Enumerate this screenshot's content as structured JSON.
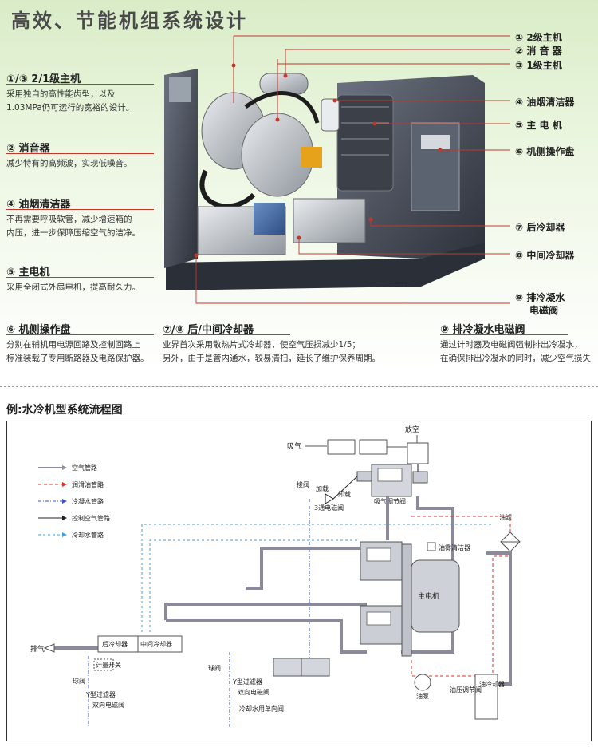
{
  "page_title": "高效、节能机组系统设计",
  "callouts": [
    {
      "label": "① 2级主机"
    },
    {
      "label": "② 消 音 器"
    },
    {
      "label": "③ 1级主机"
    },
    {
      "label": "④ 油烟清洁器"
    },
    {
      "label": "⑤ 主 电 机"
    },
    {
      "label": "⑥ 机侧操作盘"
    },
    {
      "label": "⑦ 后冷却器"
    },
    {
      "label": "⑧ 中间冷却器"
    },
    {
      "label": "⑨ 排冷凝水"
    },
    {
      "label": "电磁阀"
    }
  ],
  "features_left": [
    {
      "title": "①/③ 2/1级主机",
      "lines": [
        "采用独自的高性能齿型，以及",
        "1.03MPa仍可运行的宽裕的设计。"
      ]
    },
    {
      "title": "② 消音器",
      "lines": [
        "减少特有的高频波，实现低噪音。"
      ]
    },
    {
      "title": "④ 油烟清洁器",
      "lines": [
        "不再需要呼吸软管，减少增速箱的",
        "内压，进一步保障压缩空气的洁净。"
      ]
    },
    {
      "title": "⑤ 主电机",
      "lines": [
        "采用全闭式外扇电机，提高耐久力。"
      ]
    }
  ],
  "features_bottom": [
    {
      "title": "⑥ 机侧操作盘",
      "lines": [
        "分别在辅机用电源回路及控制回路上",
        "标准装载了专用断路器及电路保护器。"
      ]
    },
    {
      "title": "⑦/⑧ 后/中间冷却器",
      "lines": [
        "业界首次采用散热片式冷却器，使空气压损减少1/5；",
        "另外，由于是管内通水，较易清扫，延长了维护保养周期。"
      ]
    },
    {
      "title": "⑨ 排冷凝水电磁阀",
      "lines": [
        "通过计时器及电磁阀强制排出冷凝水，",
        "在确保排出冷凝水的同时，减少空气损失"
      ]
    }
  ],
  "diagram": {
    "title": "例:水冷机型系统流程图",
    "legend": [
      {
        "label": "空气管路",
        "color": "#8a8a9a"
      },
      {
        "label": "润滑油管路",
        "color": "#d9342b"
      },
      {
        "label": "冷凝水管路",
        "color": "#3a56c8"
      },
      {
        "label": "控制空气管路",
        "color": "#222222"
      },
      {
        "label": "冷却水管路",
        "color": "#3aa0e8"
      }
    ],
    "labels": {
      "intake": "吸气",
      "vent": "放空",
      "load": "加载",
      "unload": "卸载",
      "three_way": "3通电磁阀",
      "check_valve": "梭阀",
      "intake_regulator": "吸气调节阀",
      "oil_mist": "油雾清洁器",
      "main_motor": "主电机",
      "after_cooler": "后冷却器",
      "inter_cooler": "中间冷却器",
      "exhaust": "排气",
      "ball_valve_1": "球阀",
      "y_filter_1": "Y型过滤器",
      "solenoid_1": "双向电磁阀",
      "ball_valve_2": "球阀",
      "y_filter_2": "Y型过滤器",
      "solenoid_2": "双向电磁阀",
      "cooling_check": "冷却水用单向阀",
      "oil_filter": "油滤",
      "oil_cooler": "油冷却器",
      "oil_pump": "油泵",
      "oil_pressure_valve": "油压调节阀",
      "timer": "计量开关"
    }
  }
}
